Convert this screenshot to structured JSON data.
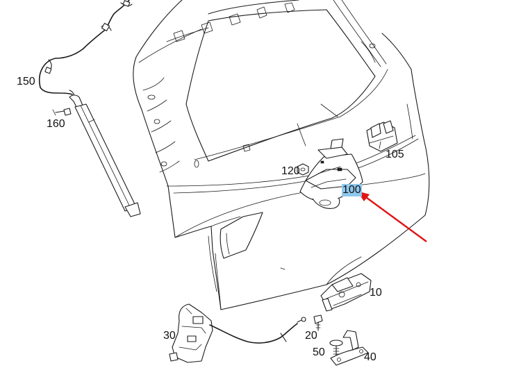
{
  "diagram": {
    "callouts": [
      {
        "id": "150",
        "label": "150"
      },
      {
        "id": "160",
        "label": "160"
      },
      {
        "id": "120",
        "label": "120"
      },
      {
        "id": "105",
        "label": "105"
      },
      {
        "id": "100",
        "label": "100",
        "highlighted": true
      },
      {
        "id": "10",
        "label": "10"
      },
      {
        "id": "30",
        "label": "30"
      },
      {
        "id": "20",
        "label": "20"
      },
      {
        "id": "50",
        "label": "50"
      },
      {
        "id": "40",
        "label": "40"
      }
    ],
    "highlight_color": "#8ec8ec",
    "arrow_color": "#e01515",
    "line_color": "#1a1a1a"
  }
}
